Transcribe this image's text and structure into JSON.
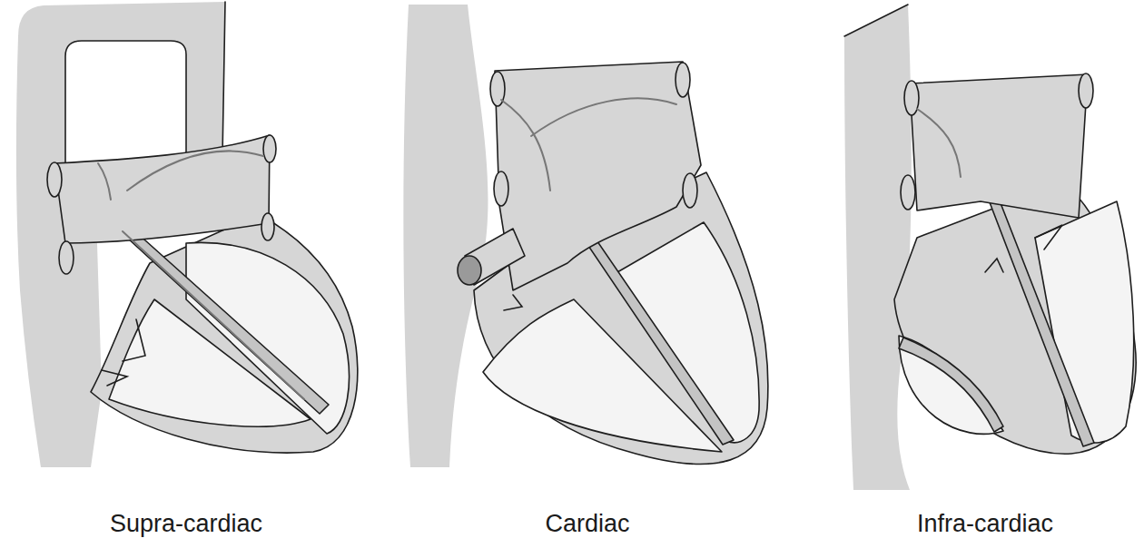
{
  "diagram": {
    "labels": [
      "Supra-cardiac",
      "Cardiac",
      "Infra-cardiac"
    ]
  }
}
